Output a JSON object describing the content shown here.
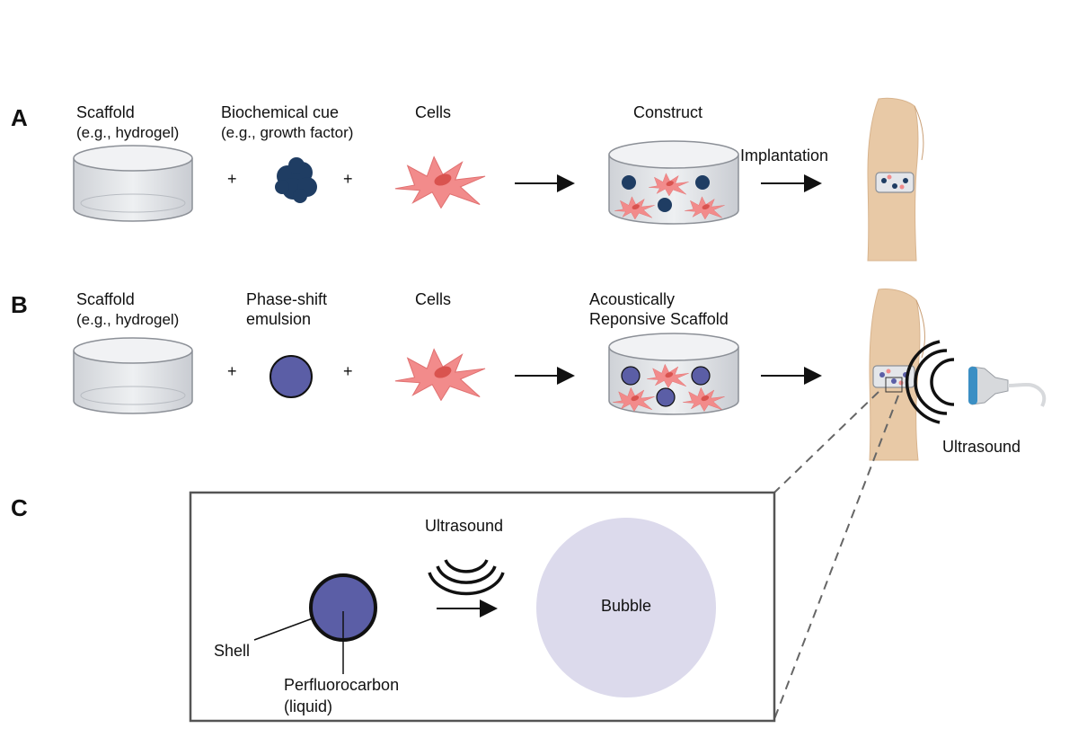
{
  "panels": {
    "a": {
      "letter": "A",
      "scaffold": {
        "line1": "Scaffold",
        "line2": "(e.g., hydrogel)"
      },
      "cue": {
        "line1": "Biochemical cue",
        "line2": "(e.g., growth factor)"
      },
      "cells": "Cells",
      "construct": "Construct",
      "implantation": "Implantation",
      "plus": "+"
    },
    "b": {
      "letter": "B",
      "scaffold": {
        "line1": "Scaffold",
        "line2": "(e.g., hydrogel)"
      },
      "emulsion": {
        "line1": "Phase-shift",
        "line2": "emulsion"
      },
      "cells": "Cells",
      "responsive": {
        "line1": "Acoustically",
        "line2": "Reponsive Scaffold"
      },
      "ultrasound": "Ultrasound",
      "plus": "+"
    },
    "c": {
      "letter": "C",
      "ultrasound": "Ultrasound",
      "bubble": "Bubble",
      "shell": "Shell",
      "core": {
        "line1": "Perfluorocarbon",
        "line2": "(liquid)"
      }
    }
  },
  "colors": {
    "scaffold": "#e4e6ea",
    "growth_factor": "#1f3d63",
    "cell": "#f28b8b",
    "nucleus": "#d9534f",
    "emulsion": "#5b5ea6",
    "bubble": "#dcdaec",
    "skin": "#e8c9a6",
    "probe_blue": "#3b8fc4"
  }
}
